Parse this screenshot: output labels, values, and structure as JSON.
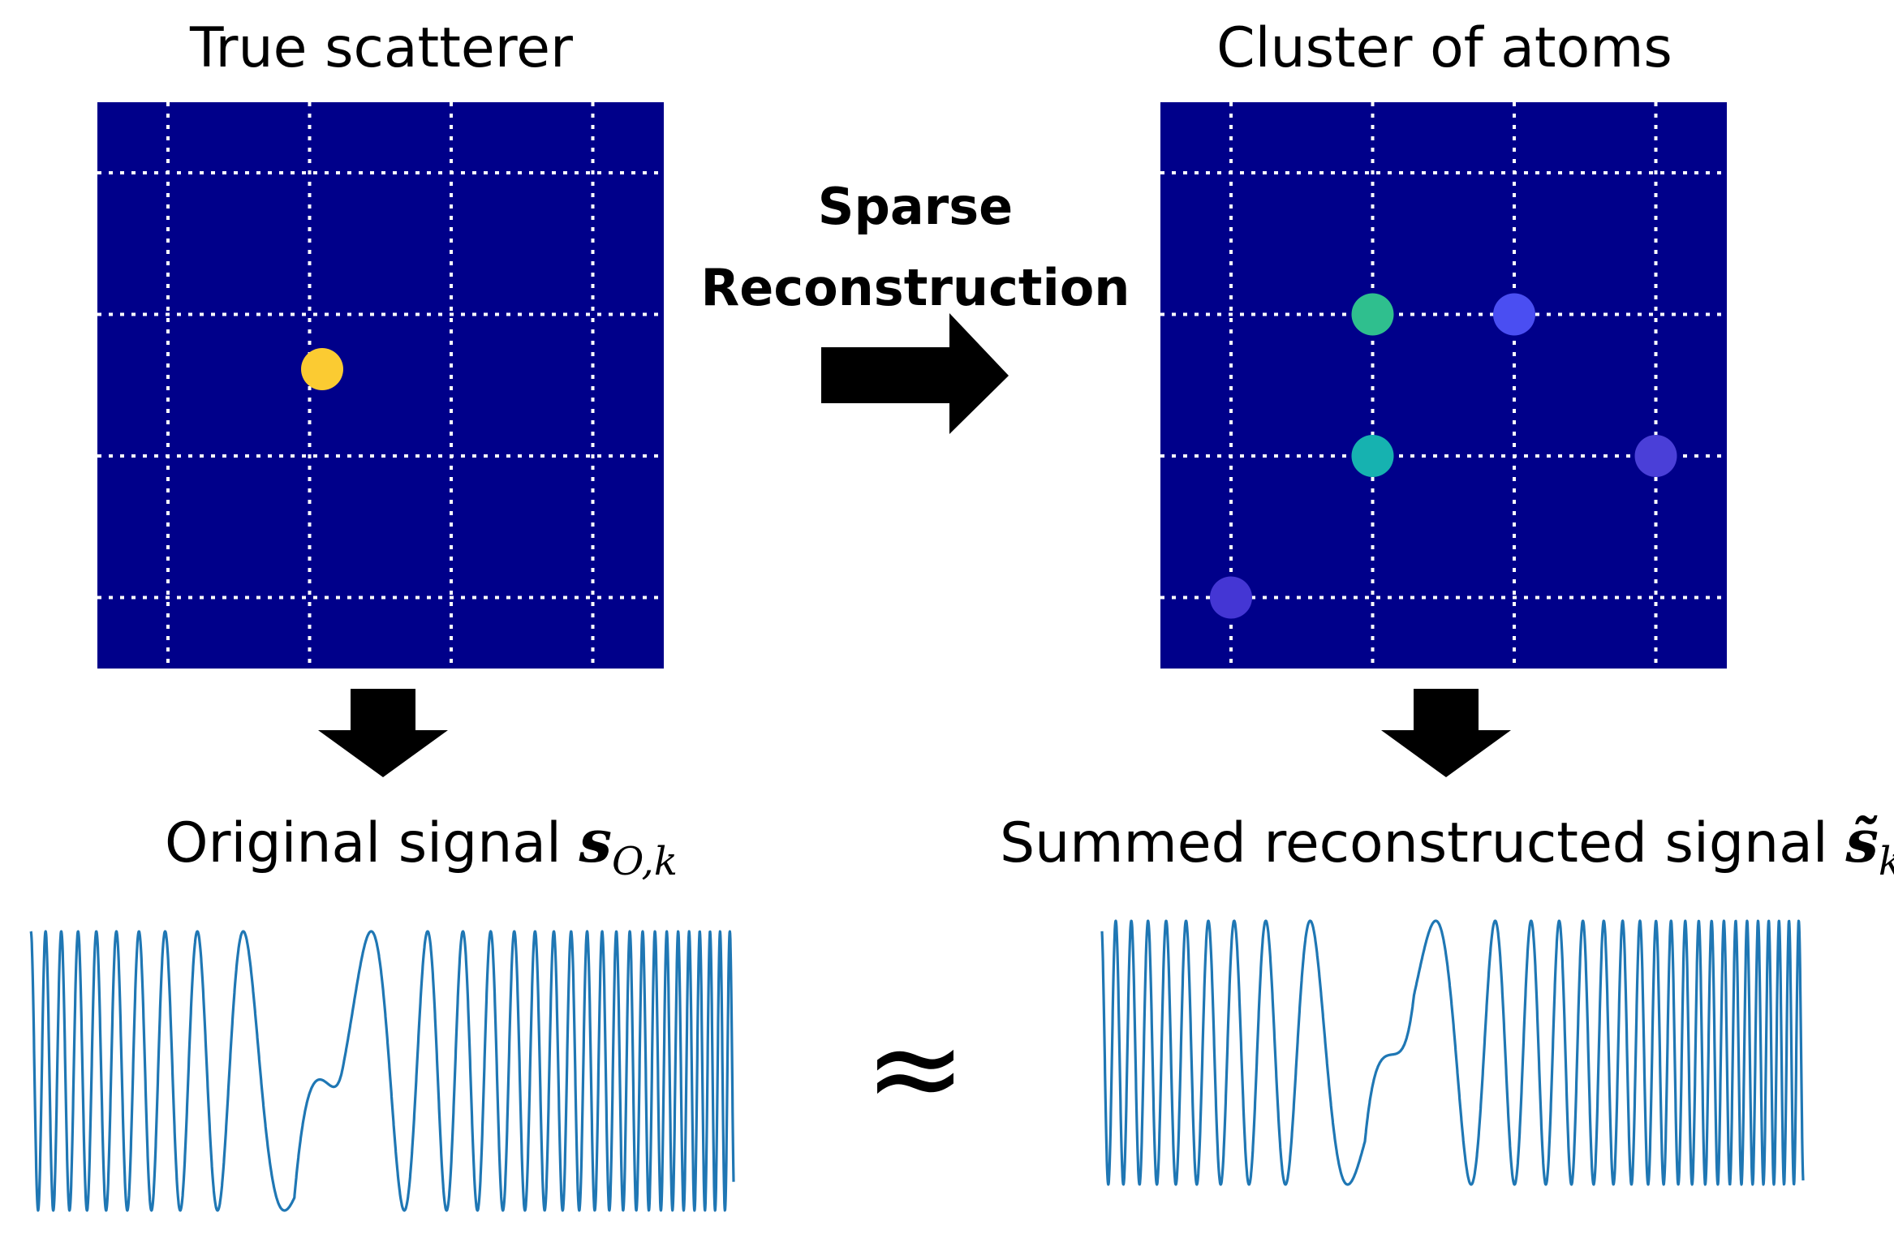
{
  "panels": {
    "true_scatterer": {
      "title": "True scatterer"
    },
    "cluster": {
      "title": "Cluster of atoms"
    }
  },
  "arrow_label": {
    "line1": "Sparse",
    "line2": "Reconstruction"
  },
  "signals": {
    "original": {
      "label": "Original signal ",
      "symbol": "s",
      "subscript": "O,k"
    },
    "reconstructed": {
      "label": "Summed reconstructed signal ",
      "symbol": "s̃",
      "subscript": "k"
    },
    "approx": "≈"
  },
  "colors": {
    "grid_background": "#00008a",
    "true_scatterer": "#fbcb32",
    "atom_green": "#2fbf8e",
    "atom_teal": "#16b2b0",
    "atom_blue": "#4a4ef2",
    "atom_indigo": "#4436d4",
    "atom_violet": "#4a3fd8",
    "signal": "#1f77b4",
    "arrow": "#000000"
  },
  "grid": {
    "divisions": 4
  },
  "scatterer": {
    "col": 1.6,
    "row": 1.8
  },
  "atoms": [
    {
      "col": 1,
      "row": 1,
      "color": "#2fbf8e"
    },
    {
      "col": 2,
      "row": 1,
      "color": "#4a4ef2"
    },
    {
      "col": 1,
      "row": 2,
      "color": "#16b2b0"
    },
    {
      "col": 3,
      "row": 2,
      "color": "#4a3fd8"
    },
    {
      "col": 0,
      "row": 3,
      "color": "#4436d4"
    }
  ]
}
